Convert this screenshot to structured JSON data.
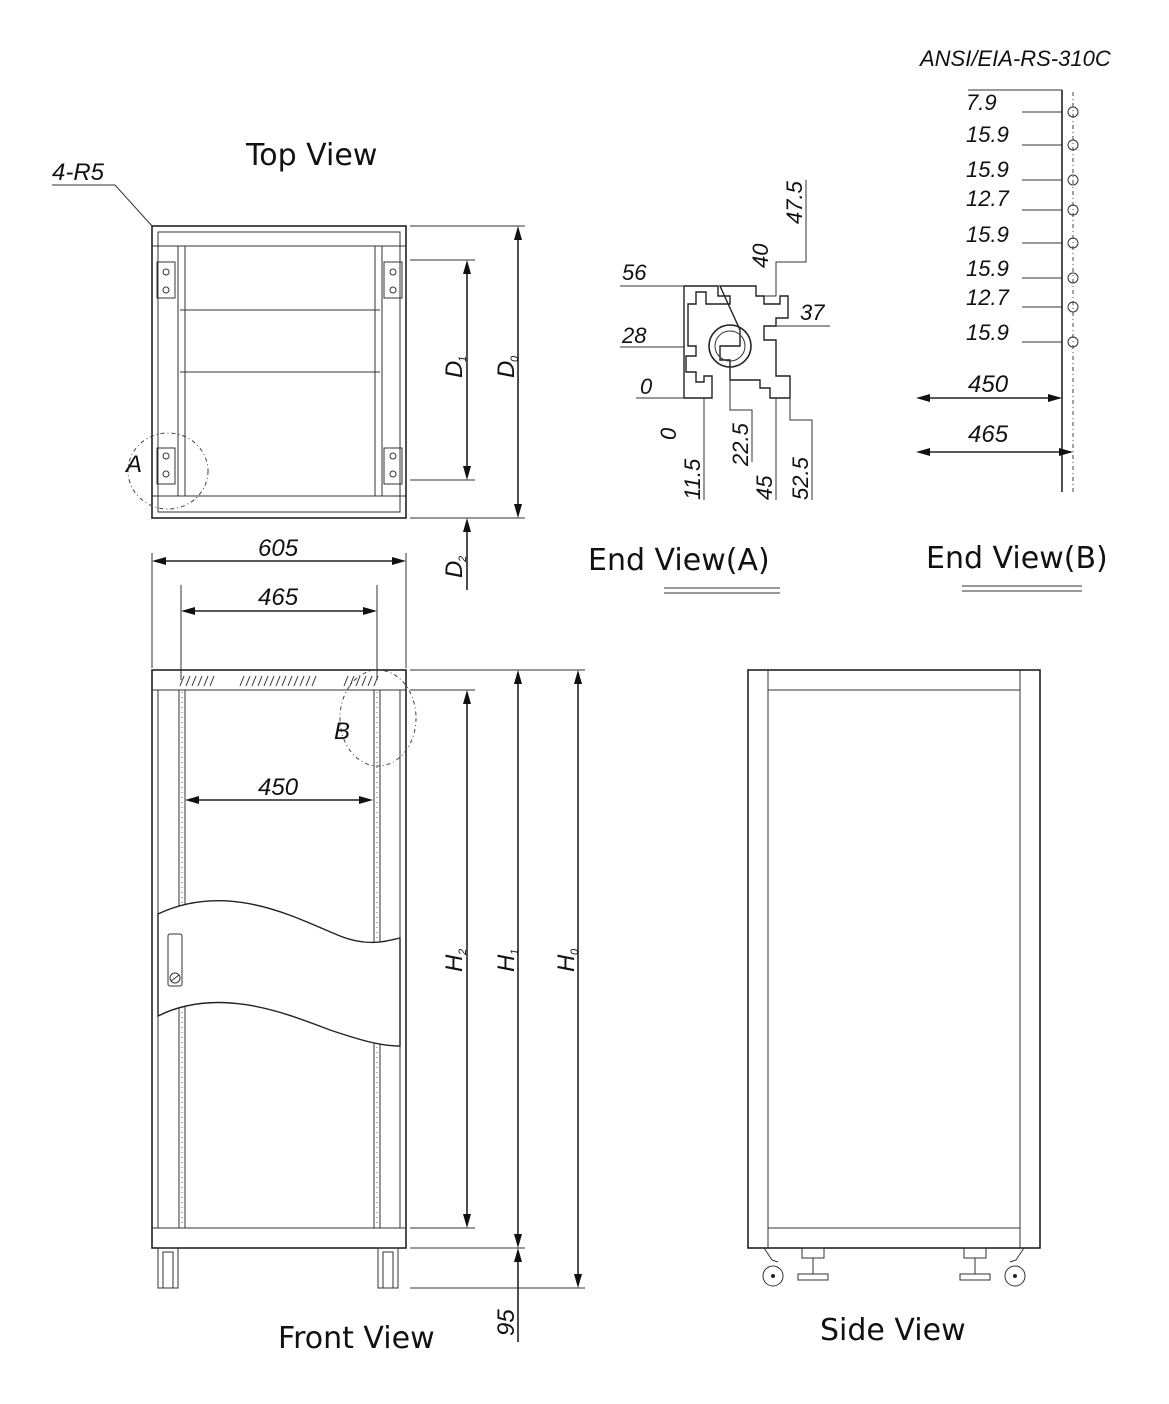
{
  "views": {
    "top": "Top View",
    "front": "Front View",
    "side": "Side View",
    "end_a": "End View(A)",
    "end_b": "End View(B)"
  },
  "standard": "ANSI/EIA-RS-310C",
  "top_view": {
    "corner_radius": "4-R5",
    "detail_a": "A",
    "D0": "D",
    "D0_sub": "0",
    "D1": "D",
    "D1_sub": "1",
    "D2": "D",
    "D2_sub": "2"
  },
  "front_view": {
    "width_605": "605",
    "width_465": "465",
    "width_450": "450",
    "detail_b": "B",
    "H0": "H",
    "H0_sub": "0",
    "H1": "H",
    "H1_sub": "1",
    "H2": "H",
    "H2_sub": "2",
    "foot": "95"
  },
  "end_view_a": {
    "d56": "56",
    "d28": "28",
    "d0a": "0",
    "d0b": "0",
    "d40": "40",
    "d47_5": "47.5",
    "d37": "37",
    "d11_5": "11.5",
    "d22_5": "22.5",
    "d45": "45",
    "d52_5": "52.5"
  },
  "end_view_b": {
    "pitches": [
      "7.9",
      "15.9",
      "15.9",
      "12.7",
      "15.9",
      "15.9",
      "12.7",
      "15.9"
    ],
    "w450": "450",
    "w465": "465"
  }
}
